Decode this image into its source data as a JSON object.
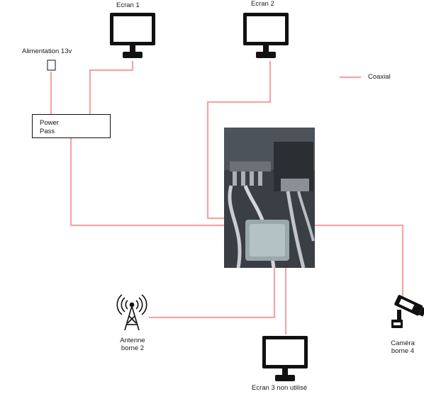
{
  "labels": {
    "ecran1": "Ecran 1",
    "ecran2": "Ecran 2",
    "ecran3": "Ecran 3 non utilisé",
    "alimentation": "Alimentation 13v",
    "power_line1": "Power",
    "power_line2": "Pass",
    "coaxial_legend": "Coaxial",
    "antenne_line1": "Antenne",
    "antenne_line2": "borne 2",
    "camera_line1": "Caméra",
    "camera_line2": "borne 4"
  },
  "colors": {
    "cable": "#f4a5a5",
    "outline": "#111111",
    "photo_bg": "#2a2e33"
  },
  "icons": [
    "monitor-icon",
    "antenna-icon",
    "camera-icon",
    "power-plug-icon"
  ]
}
